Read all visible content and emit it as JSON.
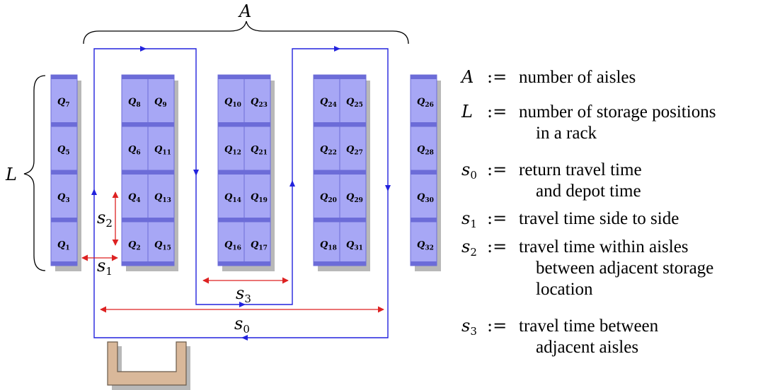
{
  "diagram": {
    "symbols": {
      "A": "A",
      "L": "L",
      "s0": {
        "base": "s",
        "sub": "0"
      },
      "s1": {
        "base": "s",
        "sub": "1"
      },
      "s2": {
        "base": "s",
        "sub": "2"
      },
      "s3": {
        "base": "s",
        "sub": "3"
      }
    },
    "racks": [
      {
        "cells": [
          "7",
          "5",
          "3",
          "1"
        ]
      },
      {
        "cells": [
          "8",
          "6",
          "4",
          "2"
        ]
      },
      {
        "cells": [
          "9",
          "11",
          "13",
          "15"
        ]
      },
      {
        "cells": [
          "10",
          "12",
          "14",
          "16"
        ]
      },
      {
        "cells": [
          "23",
          "21",
          "19",
          "17"
        ]
      },
      {
        "cells": [
          "24",
          "22",
          "20",
          "18"
        ]
      },
      {
        "cells": [
          "25",
          "27",
          "29",
          "31"
        ]
      },
      {
        "cells": [
          "26",
          "28",
          "30",
          "32"
        ]
      }
    ],
    "cell_prefix": "Q",
    "colors": {
      "rack_fill": "#a7a7f5",
      "rack_frame": "#6c6cd8",
      "rack_shadow": "#b8b8b8",
      "route": "#2222dd",
      "dimension": "#dd2222",
      "depot_fill": "#d9b89a",
      "depot_stroke": "#6a5a4a"
    }
  },
  "legend": [
    {
      "base": "A",
      "sub": "",
      "text_lines": [
        "number of aisles"
      ]
    },
    {
      "base": "L",
      "sub": "",
      "text_lines": [
        "number of storage positions",
        "in a rack"
      ]
    },
    {
      "base": "s",
      "sub": "0",
      "text_lines": [
        "return travel time",
        "and depot time"
      ]
    },
    {
      "base": "s",
      "sub": "1",
      "text_lines": [
        "travel time side to side"
      ]
    },
    {
      "base": "s",
      "sub": "2",
      "text_lines": [
        "travel time within aisles",
        "between adjacent storage",
        "location"
      ]
    },
    {
      "base": "s",
      "sub": "3",
      "text_lines": [
        "travel time between",
        "adjacent aisles"
      ]
    }
  ],
  "legend_operator": ":="
}
